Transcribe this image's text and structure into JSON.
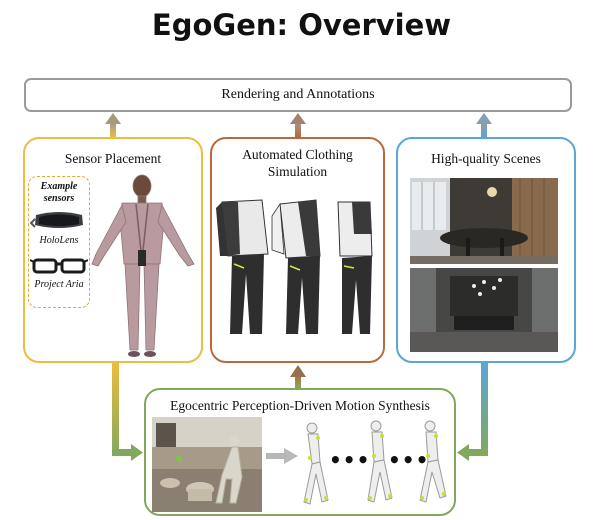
{
  "title": "EgoGen: Overview",
  "top_box": "Rendering and Annotations",
  "panels": {
    "sensor": {
      "title": "Sensor Placement",
      "examples_title": "Example sensors",
      "devices": [
        "HoloLens",
        "Project Aria"
      ]
    },
    "clothing": {
      "title_line1": "Automated Clothing",
      "title_line2": "Simulation"
    },
    "scenes": {
      "title": "High-quality Scenes"
    },
    "motion": {
      "title": "Egocentric Perception-Driven Motion Synthesis"
    }
  },
  "dots": [
    "•••",
    "•••"
  ],
  "colors": {
    "sensor": "#ecbd3e",
    "clothing": "#b96a3a",
    "scenes": "#5aa6d6",
    "motion": "#82a85d",
    "render": "#9a9a9a"
  }
}
